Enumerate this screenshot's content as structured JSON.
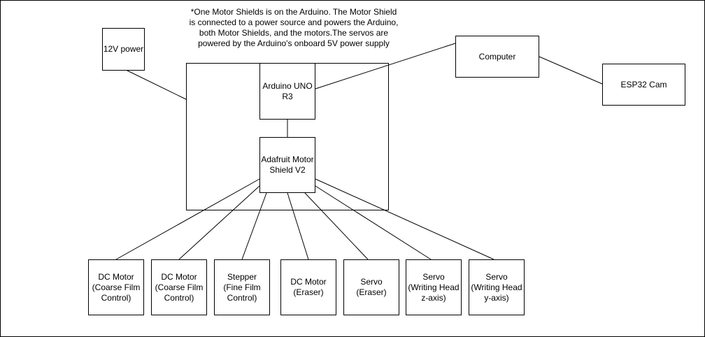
{
  "note": "*One Motor Shields is on the Arduino. The Motor Shield is connected to a power source and powers the Arduino, both Motor Shields, and the motors.The servos are powered by the Arduino's onboard 5V power supply",
  "nodes": {
    "power": "12V power",
    "arduino": "Arduino UNO\nR3",
    "shield": "Adafruit Motor\nShield V2",
    "computer": "Computer",
    "esp32": "ESP32 Cam",
    "dc_coarse_1": "DC Motor\n(Coarse Film\nControl)",
    "dc_coarse_2": "DC Motor\n(Coarse Film\nControl)",
    "stepper_fine": "Stepper\n(Fine Film\nControl)",
    "dc_eraser": "DC Motor\n(Eraser)",
    "servo_eraser": "Servo\n(Eraser)",
    "servo_z": "Servo\n(Writing Head\nz-axis)",
    "servo_y": "Servo\n(Writing Head\ny-axis)"
  }
}
